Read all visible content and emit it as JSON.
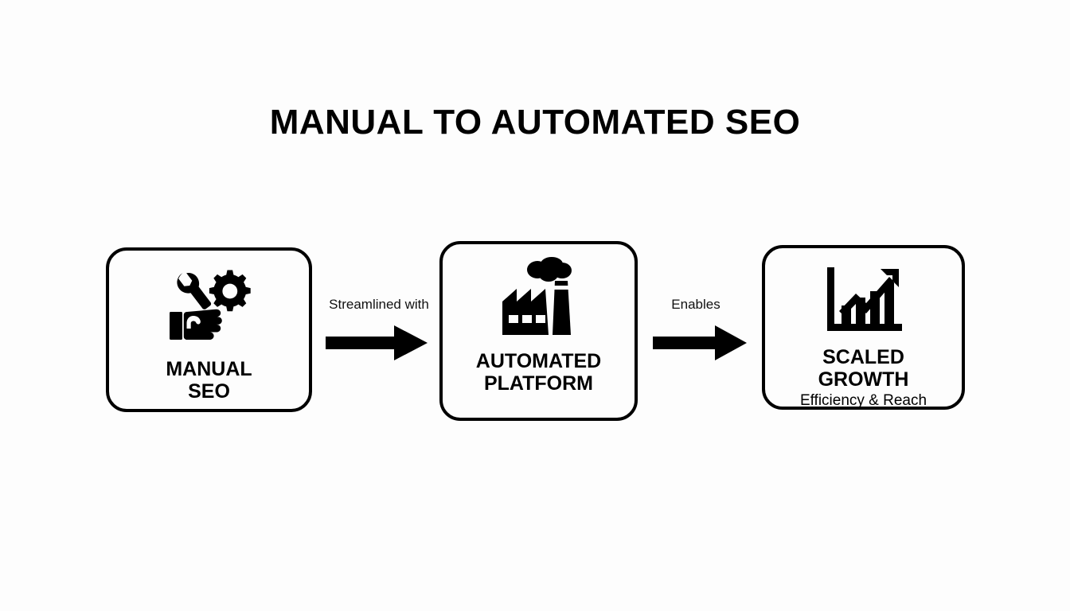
{
  "page": {
    "title": "MANUAL TO AUTOMATED SEO",
    "background_color": "#fdfdfd",
    "ink_color": "#000000"
  },
  "diagram": {
    "type": "process-flow",
    "orientation": "horizontal",
    "nodes": [
      {
        "id": "manual-seo",
        "icon": "wrench-gear-hand-icon",
        "label": "MANUAL\nSEO",
        "subtitle": ""
      },
      {
        "id": "automated-platform",
        "icon": "factory-icon",
        "label": "AUTOMATED\nPLATFORM",
        "subtitle": ""
      },
      {
        "id": "scaled-growth",
        "icon": "growth-chart-icon",
        "label": "SCALED\nGROWTH",
        "subtitle": "Efficiency & Reach"
      }
    ],
    "connectors": [
      {
        "id": "connector-1",
        "label": "Streamlined with",
        "from": "manual-seo",
        "to": "automated-platform",
        "icon": "arrow-right-icon"
      },
      {
        "id": "connector-2",
        "label": "Enables",
        "from": "automated-platform",
        "to": "scaled-growth",
        "icon": "arrow-right-icon"
      }
    ]
  }
}
